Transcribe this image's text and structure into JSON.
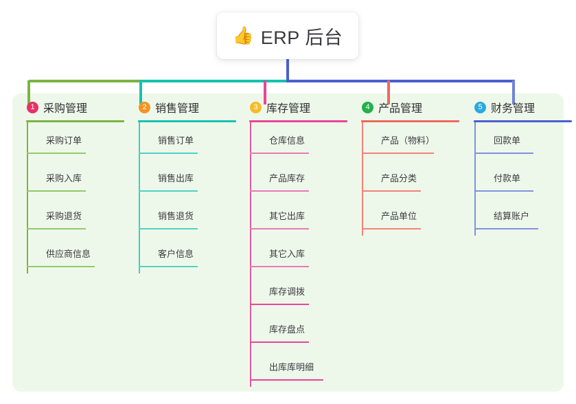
{
  "diagram": {
    "type": "mindmap-tree",
    "background_color": "#ffffff",
    "panel_color": "#eef8ea",
    "root": {
      "emoji": "👍",
      "emoji_name": "thumbs-up-icon",
      "label": "ERP 后台",
      "card_background": "#ffffff"
    },
    "trunk_color": "#4a5fd0",
    "columns": [
      {
        "number": "1",
        "title": "采购管理",
        "badge_color": "#e8306a",
        "accent_color": "#7cb342",
        "connector_color": "#7cb342",
        "items": [
          "采购订单",
          "采购入库",
          "采购退货",
          "供应商信息"
        ]
      },
      {
        "number": "2",
        "title": "销售管理",
        "badge_color": "#f39424",
        "accent_color": "#16c2b0",
        "connector_color": "#16c2b0",
        "items": [
          "销售订单",
          "销售出库",
          "销售退货",
          "客户信息"
        ]
      },
      {
        "number": "3",
        "title": "库存管理",
        "badge_color": "#f5bc2a",
        "accent_color": "#e8459a",
        "connector_color": "#e8459a",
        "items": [
          "仓库信息",
          "产品库存",
          "其它出库",
          "其它入库",
          "库存调拨",
          "库存盘点",
          "出库库明细"
        ]
      },
      {
        "number": "4",
        "title": "产品管理",
        "badge_color": "#22b14c",
        "accent_color": "#f0685f",
        "connector_color": "#f0685f",
        "items": [
          "产品（物料）",
          "产品分类",
          "产品单位"
        ]
      },
      {
        "number": "5",
        "title": "财务管理",
        "badge_color": "#2aa8e0",
        "accent_color": "#6d83d8",
        "connector_color": "#6d83d8",
        "items": [
          "回款单",
          "付款单",
          "结算账户"
        ]
      }
    ]
  }
}
